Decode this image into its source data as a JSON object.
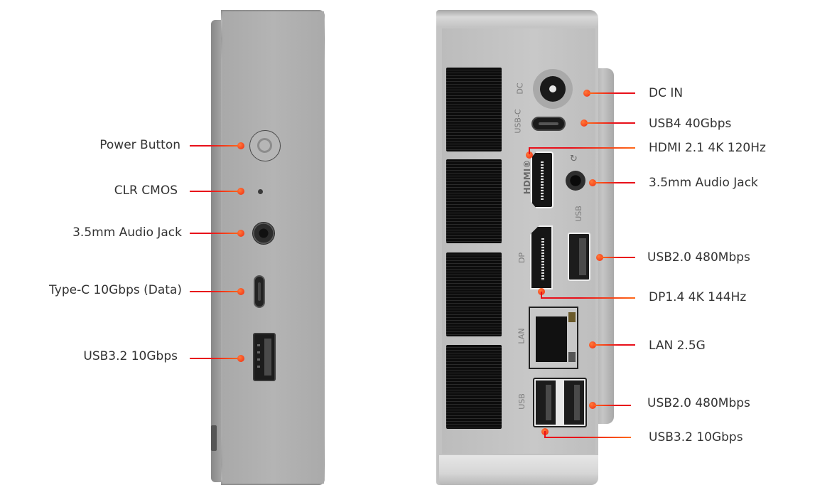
{
  "front_panel": {
    "callouts": [
      {
        "id": "power-button",
        "label": "Power Button"
      },
      {
        "id": "clr-cmos",
        "label": "CLR CMOS"
      },
      {
        "id": "audio-jack-front",
        "label": "3.5mm Audio Jack"
      },
      {
        "id": "type-c-front",
        "label": "Type-C 10Gbps (Data)"
      },
      {
        "id": "usb-a-front",
        "label": "USB3.2 10Gbps"
      }
    ]
  },
  "rear_panel": {
    "port_markings": {
      "dc": "DC",
      "usbc": "USB-C",
      "hdmi": "HDMI®",
      "usb_single": "USB",
      "dp": "DP",
      "lan": "LAN",
      "usb_dual": "USB"
    },
    "callouts": [
      {
        "id": "dc-in",
        "label": "DC IN"
      },
      {
        "id": "usb4",
        "label": "USB4 40Gbps"
      },
      {
        "id": "hdmi",
        "label": "HDMI 2.1 4K 120Hz"
      },
      {
        "id": "audio-jack-rear",
        "label": "3.5mm Audio Jack"
      },
      {
        "id": "usb2-single",
        "label": "USB2.0 480Mbps"
      },
      {
        "id": "dp",
        "label": "DP1.4 4K 144Hz"
      },
      {
        "id": "lan",
        "label": "LAN 2.5G"
      },
      {
        "id": "usb2-dual",
        "label": "USB2.0 480Mbps"
      },
      {
        "id": "usb32-dual",
        "label": "USB3.2 10Gbps"
      }
    ]
  },
  "colors": {
    "callout_red": "#e8101a",
    "callout_orange": "#ff6a1a",
    "label_text": "#333333",
    "chassis_gray": "#b0b0b0"
  }
}
